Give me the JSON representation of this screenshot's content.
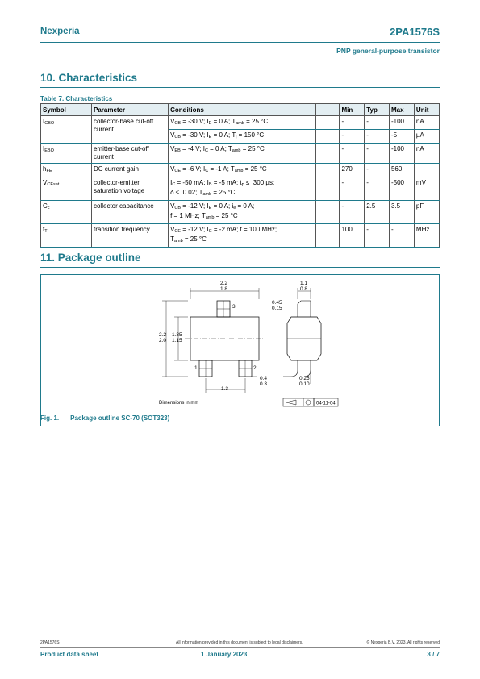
{
  "header": {
    "company": "Nexperia",
    "part_number": "2PA1576S",
    "subtitle": "PNP general-purpose transistor"
  },
  "section10": {
    "title": "10.  Characteristics"
  },
  "table7": {
    "caption": "Table 7. Characteristics",
    "headers": [
      "Symbol",
      "Parameter",
      "Conditions",
      "",
      "Min",
      "Typ",
      "Max",
      "Unit"
    ]
  },
  "section11": {
    "title": "11.  Package outline"
  },
  "figure": {
    "dims_22": "2.2",
    "dims_18": "1.8",
    "dims_11": "1.1",
    "dims_08": "0.8",
    "dims_045": "0.45",
    "dims_015": "0.15",
    "dims_22b": "2.2",
    "dims_20": "2.0",
    "dims_135": "1.35",
    "dims_115": "1.15",
    "dims_04": "0.4",
    "dims_03": "0.3",
    "dims_13": "1.3",
    "dims_025": "0.25",
    "dims_010": "0.10",
    "pin1": "1",
    "pin2": "2",
    "pin3": "3",
    "dims_note": "Dimensions in mm",
    "date_code": "04-11-04",
    "caption_label": "Fig. 1.",
    "caption_text": "Package outline SC-70 (SOT323)"
  },
  "footer": {
    "doc_id": "2PA1576S",
    "disclaimer": "All information provided in this document is subject to legal disclaimers.",
    "copyright": "© Nexperia B.V. 2023. All rights reserved",
    "doc_type": "Product data sheet",
    "date": "1 January 2023",
    "page": "3 / 7"
  }
}
